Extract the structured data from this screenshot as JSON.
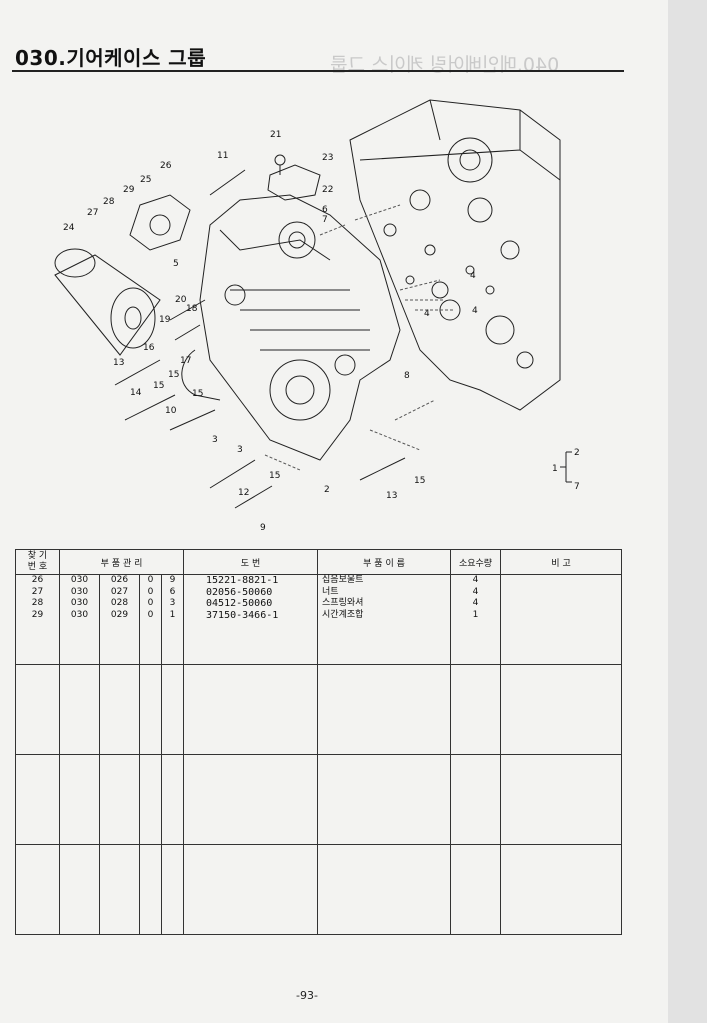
{
  "title": "030.기어케이스 그룹",
  "ghost_title": "040.메인베어링 케이스 그룹",
  "diagram": {
    "callouts": [
      "21",
      "23",
      "22",
      "11",
      "26",
      "25",
      "29",
      "28",
      "27",
      "24",
      "6",
      "7",
      "4",
      "4",
      "4",
      "5",
      "20",
      "18",
      "19",
      "16",
      "17",
      "13",
      "15",
      "15",
      "14",
      "15",
      "10",
      "3",
      "3",
      "8",
      "15",
      "12",
      "2",
      "13",
      "15",
      "9",
      "1",
      "2",
      "7"
    ]
  },
  "table": {
    "headers": {
      "no": "찾 기\n번 호",
      "pmc": "부 품 관 리",
      "part_no": "도 번",
      "name": "부 품 이 름",
      "qty": "소요수량",
      "remarks": "비 고"
    },
    "rows": [
      {
        "no": "26",
        "c1": "030",
        "c2": "026",
        "c3": "0",
        "c4": "9",
        "part_no": "15221-8821-1",
        "name": "십음보울트",
        "qty": "4"
      },
      {
        "no": "27",
        "c1": "030",
        "c2": "027",
        "c3": "0",
        "c4": "6",
        "part_no": "02056-50060",
        "name": "너트",
        "qty": "4"
      },
      {
        "no": "28",
        "c1": "030",
        "c2": "028",
        "c3": "0",
        "c4": "3",
        "part_no": "04512-50060",
        "name": "스프링와셔",
        "qty": "4"
      },
      {
        "no": "29",
        "c1": "030",
        "c2": "029",
        "c3": "0",
        "c4": "1",
        "part_no": "37150-3466-1",
        "name": "시간계조합",
        "qty": "1"
      }
    ]
  },
  "page_number": "-93-"
}
